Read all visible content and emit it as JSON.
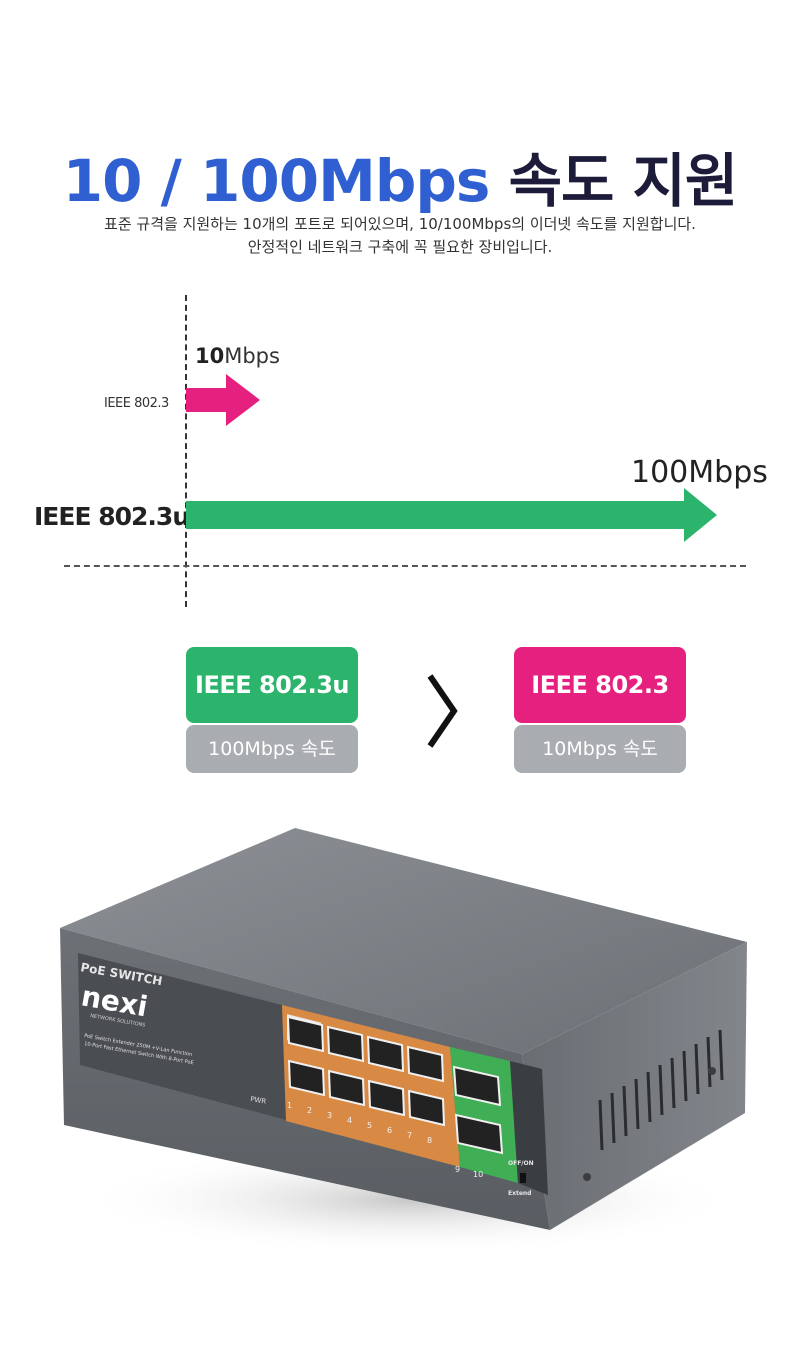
{
  "header": {
    "title_blue": "10 / 100Mbps",
    "title_dark": "속도 지원",
    "subtitle_line1": "표준 규격을 지원하는 10개의 포트로 되어있으며, 10/100Mbps의 이더넷 속도를 지원합니다.",
    "subtitle_line2": "안정적인 네트워크 구축에 꼭 필요한 장비입니다."
  },
  "speed_chart": {
    "label_10_bold": "10",
    "label_10_unit": "Mbps",
    "label_100": "100Mbps",
    "standard_small": "IEEE 802.3",
    "standard_big": "IEEE 802.3u",
    "colors": {
      "pink": "#e6207f",
      "green": "#2db46c"
    }
  },
  "compare": {
    "left_standard": "IEEE 802.3u",
    "left_speed": "100Mbps 속도",
    "right_standard": "IEEE 802.3",
    "right_speed": "10Mbps 속도",
    "separator_icon": "chevron-right-icon"
  },
  "product": {
    "label_poe": "PoE SWITCH",
    "brand": "nexi",
    "brand_sub": "NETWORK SOLUTIONS",
    "desc1": "PoE Switch Extender 250M +V-Lan Function",
    "desc2": "10-Port Fast Ethernet Switch With 8-Port PoE",
    "pwr": "PWR",
    "port_numbers": [
      "1",
      "2",
      "3",
      "4",
      "5",
      "6",
      "7",
      "8"
    ],
    "uplink_9": "9",
    "uplink_10": "10",
    "off_on": "OFF/ON",
    "extend": "Extend"
  }
}
